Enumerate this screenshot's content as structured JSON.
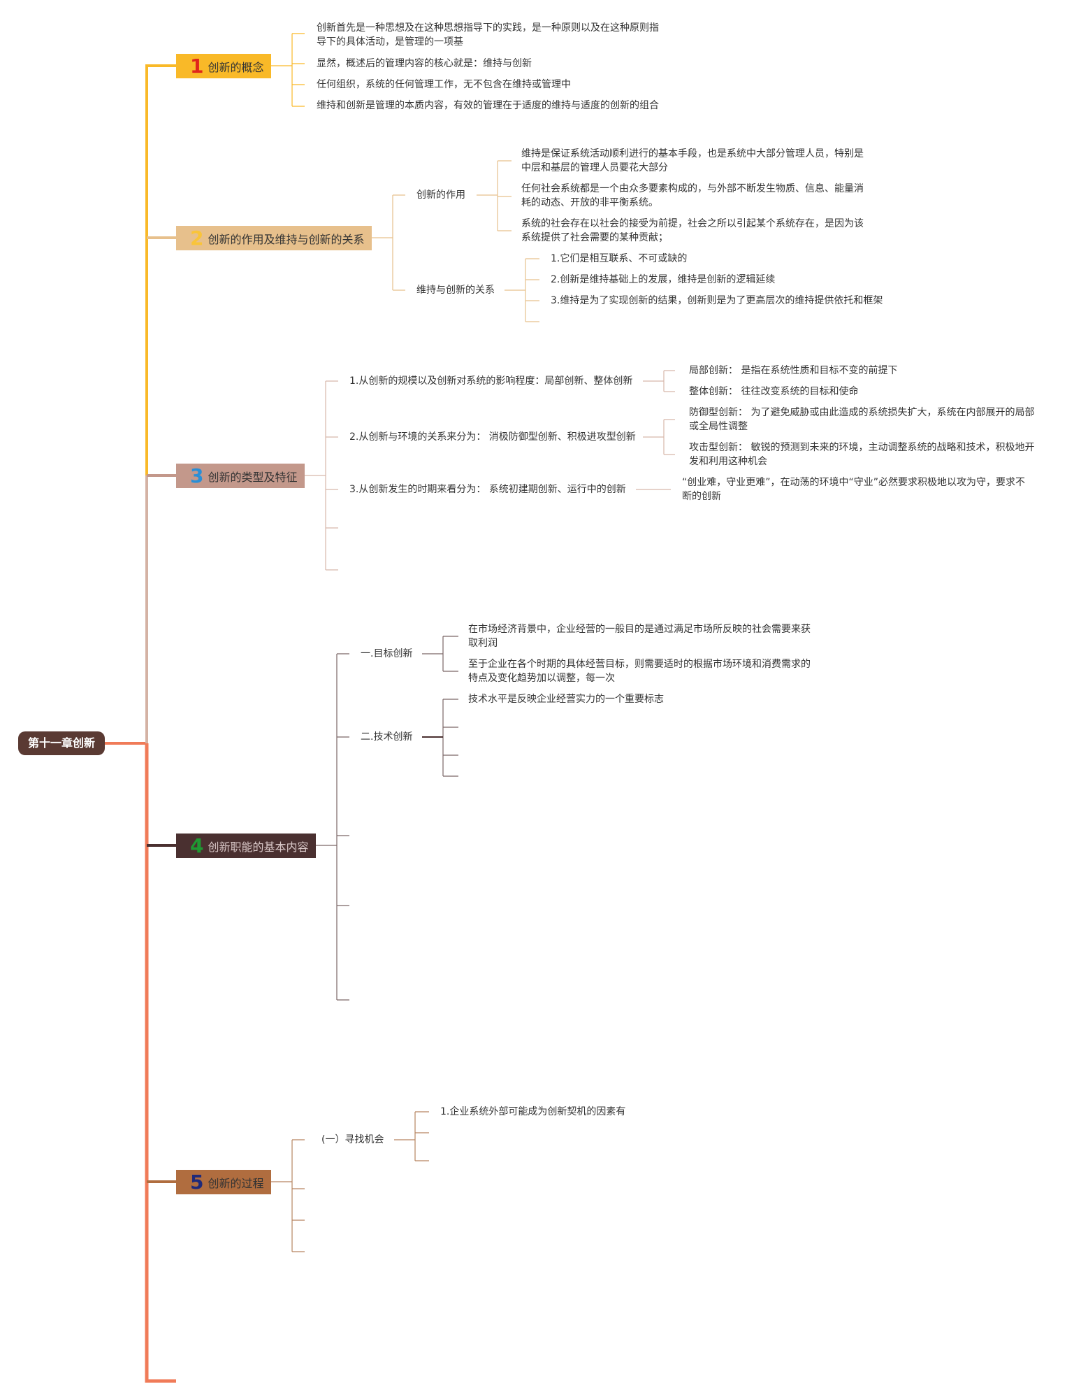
{
  "colors": {
    "background": "#ffffff",
    "root_bg": "#5a3a33",
    "trunk": "#f07b58",
    "topic1": "#f9b928",
    "topic2": "#e7c08c",
    "topic3": "#c3988b",
    "topic4": "#4a3030",
    "topic5": "#b06d3f"
  },
  "root": {
    "label": "第十一章创新"
  },
  "topics": [
    {
      "num": "1",
      "label": "创新的概念",
      "items": [
        "创新首先是一种思想及在这种思想指导下的实践，是一种原则以及在这种原则指导下的具体活动，是管理的一项基",
        "显然，概述后的管理内容的核心就是：维持与创新",
        "任何组织，系统的任何管理工作，无不包含在维持或管理中",
        "维持和创新是管理的本质内容，有效的管理在于适度的维持与适度的创新的组合"
      ]
    },
    {
      "num": "2",
      "label": "创新的作用及维持与创新的关系",
      "subs": [
        {
          "label": "创新的作用",
          "items": [
            "维持是保证系统活动顺利进行的基本手段，也是系统中大部分管理人员，特别是中层和基层的管理人员要花大部分",
            "任何社会系统都是一个由众多要素构成的，与外部不断发生物质、信息、能量消耗的动态、开放的非平衡系统。",
            "系统的社会存在以社会的接受为前提，社会之所以引起某个系统存在，是因为该系统提供了社会需要的某种贡献；"
          ]
        },
        {
          "label": "维持与创新的关系",
          "items": [
            "1.它们是相互联系、不可或缺的",
            "2.创新是维持基础上的发展，维持是创新的逻辑延续",
            "3.维持是为了实现创新的结果，创新则是为了更高层次的维持提供依托和框架"
          ]
        }
      ]
    },
    {
      "num": "3",
      "label": "创新的类型及特征",
      "subs": [
        {
          "label": "1.从创新的规模以及创新对系统的影响程度：局部创新、整体创新",
          "items": [
            "局部创新： 是指在系统性质和目标不变的前提下",
            "整体创新： 往往改变系统的目标和使命"
          ]
        },
        {
          "label": "2.从创新与环境的关系来分为： 消极防御型创新、积极进攻型创新",
          "items": [
            "防御型创新： 为了避免威胁或由此造成的系统损失扩大，系统在内部展开的局部或全局性调整",
            "攻击型创新： 敏锐的预测到未来的环境，主动调整系统的战略和技术，积极地开发和利用这种机会"
          ]
        },
        {
          "label": "3.从创新发生的时期来看分为： 系统初建期创新、运行中的创新",
          "items": [
            "“创业难，守业更难”，在动荡的环境中“守业”必然要求积极地以攻为守，要求不断的创新"
          ]
        }
      ]
    },
    {
      "num": "4",
      "label": "创新职能的基本内容",
      "subs": [
        {
          "label": "一.目标创新",
          "items": [
            "在市场经济背景中，企业经营的一般目的是通过满足市场所反映的社会需要来获取利润",
            "至于企业在各个时期的具体经营目标，则需要适时的根据市场环境和消费需求的特点及变化趋势加以调整，每一次"
          ]
        },
        {
          "label": "二.技术创新",
          "items": [
            "技术水平是反映企业经营实力的一个重要标志"
          ]
        }
      ]
    },
    {
      "num": "5",
      "label": "创新的过程",
      "subs": [
        {
          "label": "(一）寻找机会",
          "items": [
            "1.企业系统外部可能成为创新契机的因素有"
          ]
        }
      ]
    }
  ]
}
